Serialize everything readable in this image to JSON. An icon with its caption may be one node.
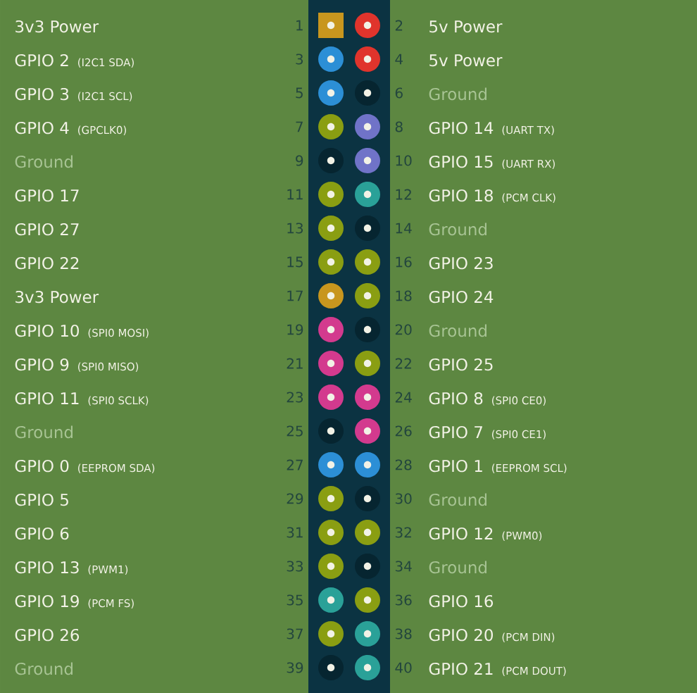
{
  "diagram": {
    "nodes": [
      {
        "text": [],
        "shape": "box",
        "beside": [
          "1"
        ]
      },
      {
        "text": [],
        "shape": "circle",
        "beside": [
          "2"
        ]
      },
      {
        "text": [],
        "shape": "circle",
        "beside": [
          "3"
        ]
      },
      {
        "text": [],
        "shape": "circle",
        "beside": [
          "4"
        ]
      },
      {
        "text": [],
        "shape": "circle",
        "beside": [
          "5"
        ]
      },
      {
        "text": [],
        "shape": "circle",
        "beside": [
          "6"
        ]
      },
      {
        "text": [],
        "shape": "circle",
        "beside": [
          "7"
        ]
      },
      {
        "text": [],
        "shape": "circle",
        "beside": [
          "8"
        ]
      },
      {
        "text": [],
        "shape": "circle",
        "beside": [
          "9"
        ]
      },
      {
        "text": [],
        "shape": "circle",
        "beside": [
          "10"
        ]
      },
      {
        "text": [],
        "shape": "circle",
        "beside": [
          "11"
        ]
      },
      {
        "text": [],
        "shape": "circle",
        "beside": [
          "12"
        ]
      },
      {
        "text": [],
        "shape": "circle",
        "beside": [
          "13"
        ]
      },
      {
        "text": [],
        "shape": "circle",
        "beside": [
          "14"
        ]
      },
      {
        "text": [],
        "shape": "circle",
        "beside": [
          "15"
        ]
      },
      {
        "text": [],
        "shape": "circle",
        "beside": [
          "16"
        ]
      },
      {
        "text": [],
        "shape": "circle",
        "beside": [
          "17"
        ]
      },
      {
        "text": [],
        "shape": "circle",
        "beside": [
          "18"
        ]
      },
      {
        "text": [],
        "shape": "circle",
        "beside": [
          "19"
        ]
      },
      {
        "text": [],
        "shape": "circle",
        "beside": [
          "20"
        ]
      },
      {
        "text": [],
        "shape": "circle",
        "beside": [
          "21"
        ]
      },
      {
        "text": [],
        "shape": "circle",
        "beside": [
          "22"
        ]
      },
      {
        "text": [],
        "shape": "circle",
        "beside": [
          "23"
        ]
      },
      {
        "text": [],
        "shape": "circle",
        "beside": [
          "24"
        ]
      },
      {
        "text": [],
        "shape": "circle",
        "beside": [
          "25"
        ]
      },
      {
        "text": [],
        "shape": "circle",
        "beside": [
          "26"
        ]
      },
      {
        "text": [],
        "shape": "circle",
        "beside": [
          "27"
        ]
      },
      {
        "text": [],
        "shape": "circle",
        "beside": [
          "28"
        ]
      },
      {
        "text": [],
        "shape": "circle",
        "beside": [
          "29"
        ]
      },
      {
        "text": [],
        "shape": "circle",
        "beside": [
          "30"
        ]
      },
      {
        "text": [],
        "shape": "circle",
        "beside": [
          "31"
        ]
      },
      {
        "text": [],
        "shape": "circle",
        "beside": [
          "32"
        ]
      },
      {
        "text": [],
        "shape": "circle",
        "beside": [
          "33"
        ]
      },
      {
        "text": [],
        "shape": "circle",
        "beside": [
          "34"
        ]
      },
      {
        "text": [],
        "shape": "circle",
        "beside": [
          "35"
        ]
      },
      {
        "text": [],
        "shape": "circle",
        "beside": [
          "36"
        ]
      },
      {
        "text": [],
        "shape": "circle",
        "beside": [
          "37"
        ]
      },
      {
        "text": [],
        "shape": "circle",
        "beside": [
          "38"
        ]
      },
      {
        "text": [],
        "shape": "circle",
        "beside": [
          "39"
        ]
      },
      {
        "text": [],
        "shape": "circle",
        "beside": [
          "40"
        ]
      }
    ],
    "labels": [
      "3v3 Power",
      "5v Power",
      "GPIO 2",
      "(I2C1 SDA)",
      "5v Power",
      "GPIO 3",
      "(I2C1 SCL)",
      "Ground",
      "GPIO 4",
      "(GPCLK0)",
      "GPIO 14",
      "(UART TX)",
      "Ground",
      "GPIO 15",
      "(UART RX)",
      "GPIO 17",
      "GPIO 18",
      "(PCM CLK)",
      "GPIO 27",
      "Ground",
      "GPIO 22",
      "GPIO 23",
      "3v3 Power",
      "GPIO 24",
      "GPIO 10",
      "(SPI0 MOSI)",
      "Ground",
      "GPIO 9",
      "(SPI0 MISO)",
      "GPIO 25",
      "GPIO 11",
      "(SPI0 SCLK)",
      "GPIO 8",
      "(SPI0 CE0)",
      "Ground",
      "GPIO 7",
      "(SPI0 CE1)",
      "GPIO 0",
      "(EEPROM SDA)",
      "GPIO 1",
      "(EEPROM SCL)",
      "GPIO 5",
      "Ground",
      "GPIO 6",
      "GPIO 12",
      "(PWM0)",
      "GPIO 13",
      "(PWM1)",
      "Ground",
      "GPIO 19",
      "(PCM FS)",
      "GPIO 16",
      "GPIO 26",
      "GPIO 20",
      "(PCM DIN)",
      "Ground",
      "GPIO 21",
      "(PCM DOUT)"
    ]
  }
}
